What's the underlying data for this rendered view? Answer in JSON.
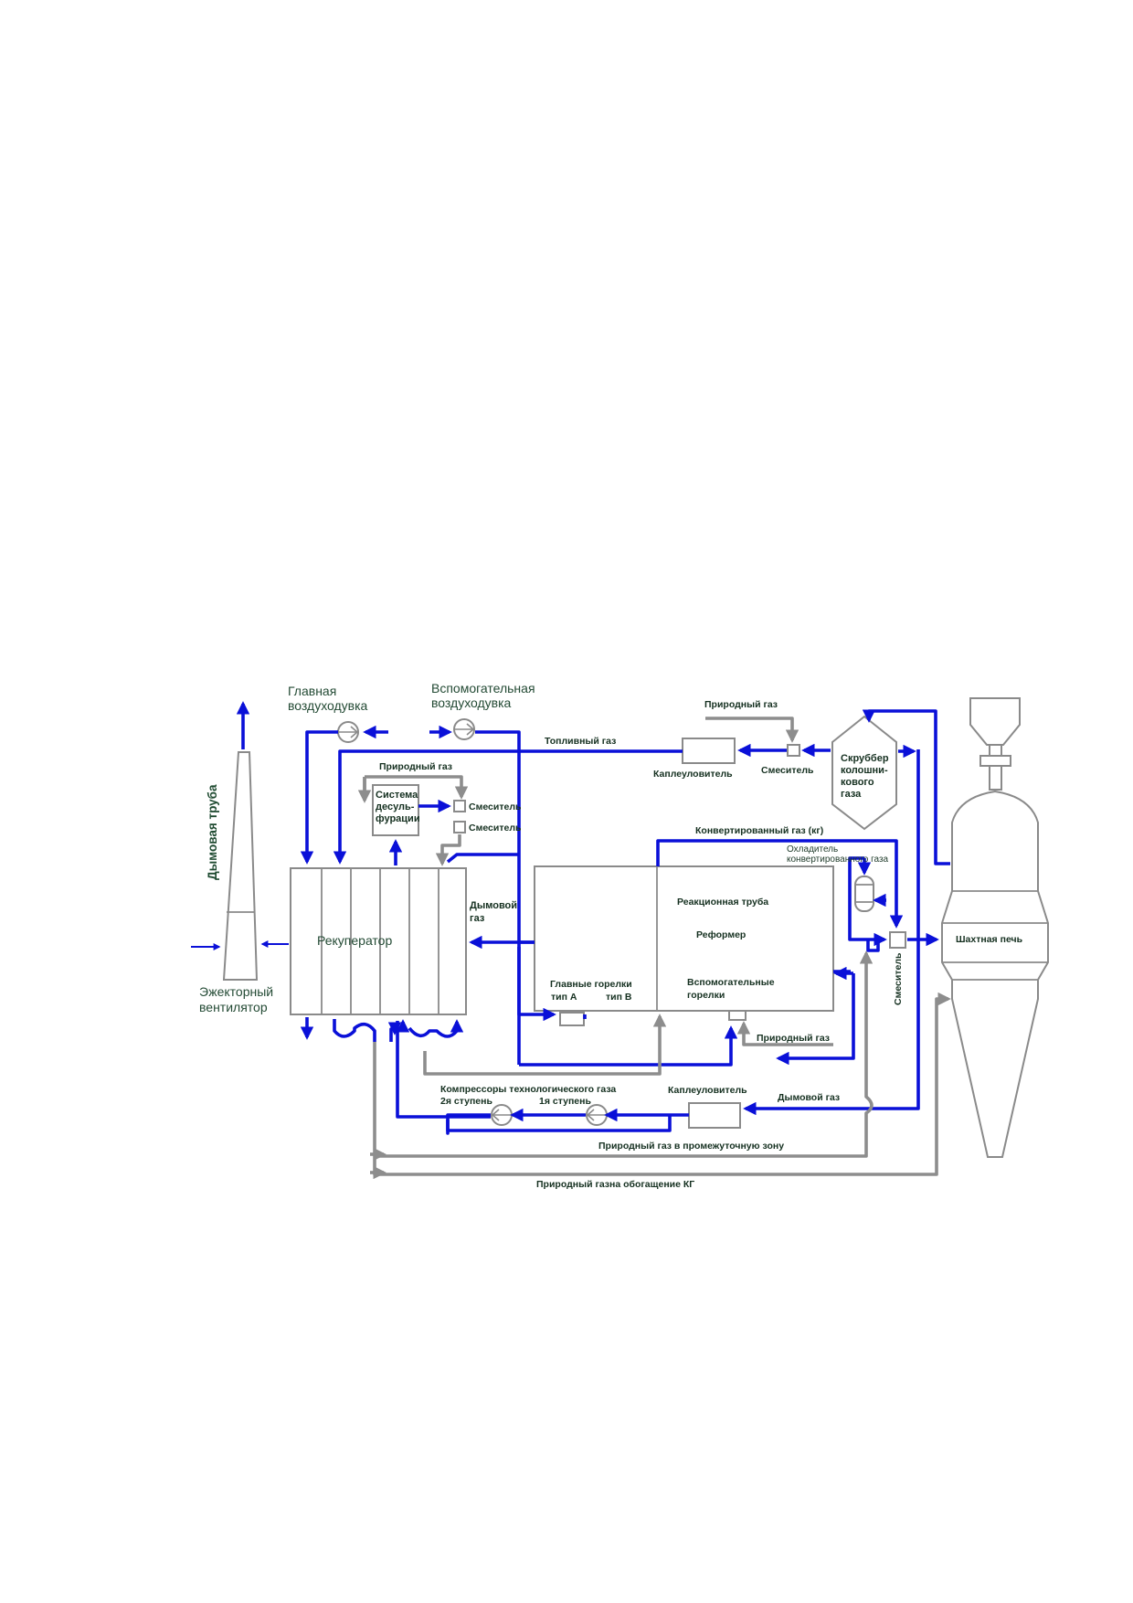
{
  "labels": {
    "chimney": "Дымовая труба",
    "ejector_fan_line1": "Эжекторный",
    "ejector_fan_line2": "вентилятор",
    "main_blower_line1": "Главная",
    "main_blower_line2": "воздуходувка",
    "aux_blower_line1": "Вспомогательная",
    "aux_blower_line2": "воздуходувка",
    "recuperator": "Рекуператор",
    "desulf_line1": "Система",
    "desulf_line2": "десуль-",
    "desulf_line3": "фурации",
    "natural_gas_top": "Природный газ",
    "natural_gas_mid": "Природный газ",
    "natural_gas_right": "Природный газ",
    "mixer_1": "Смеситель",
    "mixer_2": "Смеситель",
    "mixer_top": "Смеситель",
    "mixer_vertical": "Смеситель",
    "fuel_gas": "Топливный газ",
    "droplet_catcher_top": "Каплеуловитель",
    "droplet_catcher_bottom": "Каплеуловитель",
    "scrubber_line1": "Скруббер",
    "scrubber_line2": "колошни-",
    "scrubber_line3": "кового",
    "scrubber_line4": "газа",
    "converted_gas": "Конвертированный газ (кг)",
    "cooler_line1": "Охладитель",
    "cooler_line2": "конвертированного газа",
    "flue_gas_line1": "Дымовой",
    "flue_gas_line2": "газ",
    "reaction_tube": "Реакционная труба",
    "reformer": "Реформер",
    "main_burners": "Главные горелки",
    "type_a": "тип А",
    "type_b": "тип В",
    "aux_burners_line1": "Вспомогательные",
    "aux_burners_line2": "горелки",
    "shaft_furnace": "Шахтная печь",
    "compressors": "Компрессоры технологического газа",
    "stage_2": "2я ступень",
    "stage_1": "1я ступень",
    "flue_gas_bottom": "Дымовой газ",
    "ng_intermediate": "Природный газ в промежуточную зону",
    "ng_enrichment": "Природный газна обогащение КГ"
  },
  "colors": {
    "process_line": "#0a10d8",
    "natural_gas_line": "#8d8d8d",
    "equipment_outline": "#8a8a8a",
    "label_text": "#153020"
  }
}
